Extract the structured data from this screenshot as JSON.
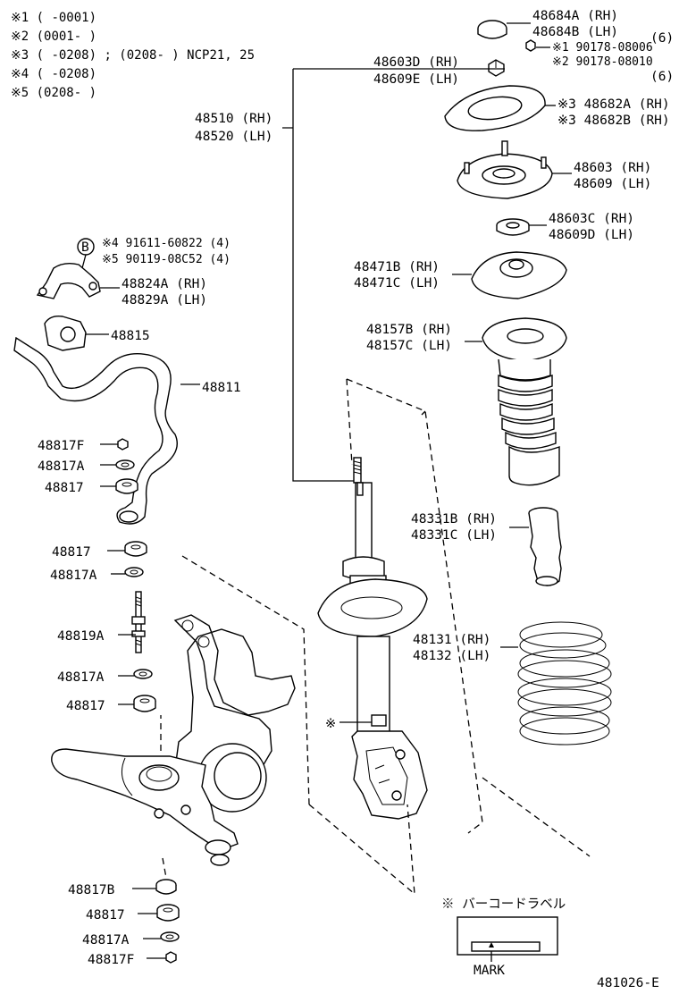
{
  "notes": {
    "n1": "※1 (      -0001)",
    "n2": "※2 (0001-      )",
    "n3": "※3 (      -0208) ; (0208-      ) NCP21, 25",
    "n4": "※4 (      -0208)",
    "n5": "※5 (0208-      )"
  },
  "labels": {
    "l_48684A": "48684A (RH)",
    "l_48684B": "48684B (LH)",
    "l_qty6a": "(6)",
    "l_90178_08006": "※1 90178-08006",
    "l_90178_08010": "※2 90178-08010",
    "l_qty6b": "(6)",
    "l_48603D": "48603D (RH)",
    "l_48609E": "48609E (LH)",
    "l_48682A": "※3 48682A (RH)",
    "l_48682B": "※3 48682B (RH)",
    "l_48510": "48510 (RH)",
    "l_48520": "48520 (LH)",
    "l_48603": "48603 (RH)",
    "l_48609": "48609 (LH)",
    "l_48603C": "48603C (RH)",
    "l_48609D": "48609D (LH)",
    "l_B": "B",
    "l_91611": "※4 91611-60822 (4)",
    "l_90119": "※5 90119-08C52 (4)",
    "l_48471B": "48471B (RH)",
    "l_48471C": "48471C (LH)",
    "l_48824A": "48824A (RH)",
    "l_48829A": "48829A (LH)",
    "l_48815": "48815",
    "l_48157B": "48157B (RH)",
    "l_48157C": "48157C (LH)",
    "l_48811": "48811",
    "l_48817F_top": "48817F",
    "l_48817A_1": "48817A",
    "l_48817_1": "48817",
    "l_48331B": "48331B (RH)",
    "l_48331C": "48331C (LH)",
    "l_48817_2": "48817",
    "l_48817A_2": "48817A",
    "l_48819A": "48819A",
    "l_48131": "48131 (RH)",
    "l_48132": "48132 (LH)",
    "l_48817A_3": "48817A",
    "l_48817_3": "48817",
    "l_star_mark": "※",
    "l_48817B": "48817B",
    "l_48817_4": "48817",
    "l_48817A_4": "48817A",
    "l_48817F_bot": "48817F",
    "l_barcode": "※  バーコードラベル",
    "l_mark": "MARK",
    "l_figno": "481026-E"
  }
}
